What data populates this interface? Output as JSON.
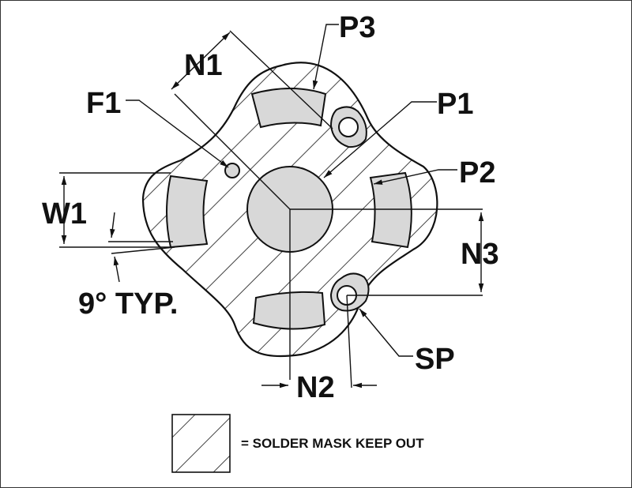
{
  "diagram": {
    "labels": {
      "n1": "N1",
      "n2": "N2",
      "n3": "N3",
      "p1": "P1",
      "p2": "P2",
      "p3": "P3",
      "f1": "F1",
      "w1": "W1",
      "sp": "SP",
      "angle": "9° TYP."
    },
    "legend": {
      "text": "= SOLDER MASK KEEP OUT"
    },
    "colors": {
      "line": "#111111",
      "pad_fill": "#d8d8d8",
      "background": "#ffffff"
    }
  }
}
